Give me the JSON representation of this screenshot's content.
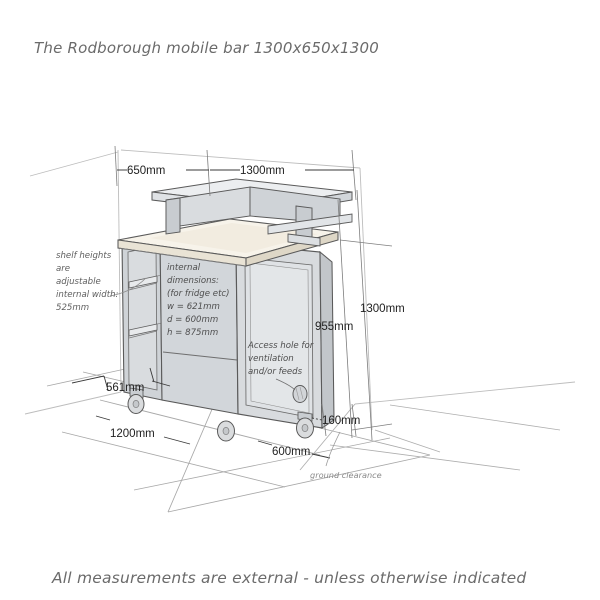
{
  "page": {
    "title": "The Rodborough mobile bar 1300x650x1300",
    "footer": "All measurements are external - unless otherwise indicated",
    "background_color": "#ffffff"
  },
  "colors": {
    "line": "#5a5a5a",
    "line_light": "#9a9a9a",
    "body_fill": "#d6d9dc",
    "body_fill_light": "#e2e5e8",
    "body_fill_dark": "#c3c7cb",
    "worktop_fill": "#f5f0e6",
    "worktop_edge": "#e8e2d4",
    "castor_fill": "#dcdcdc",
    "text": "#2b2b2b",
    "hand_text": "#5f5f5f"
  },
  "dimensions": {
    "top": [
      {
        "id": "depth-top",
        "label": "650mm"
      },
      {
        "id": "width-top",
        "label": "1300mm"
      }
    ],
    "right": [
      {
        "id": "height-total",
        "label": "1300mm"
      },
      {
        "id": "height-worktop",
        "label": "955mm"
      }
    ],
    "bottom_left": [
      {
        "id": "floor-depth",
        "label": "561mm"
      },
      {
        "id": "floor-width",
        "label": "1200mm"
      }
    ],
    "bottom_right": [
      {
        "id": "ground-clearance-dim",
        "label": "160mm"
      },
      {
        "id": "floor-front",
        "label": "600mm"
      }
    ]
  },
  "annotations": {
    "shelf_note": {
      "lines": [
        "shelf heights",
        "are",
        "adjustable",
        "internal width:",
        "525mm"
      ]
    },
    "internal_dimensions": {
      "lines": [
        "internal",
        "dimensions:",
        "(for fridge etc)",
        "w = 621mm",
        "d = 600mm",
        "h = 875mm"
      ]
    },
    "access_hole": {
      "lines": [
        "Access hole for",
        "ventilation",
        "and/or feeds"
      ]
    },
    "ground_clearance": {
      "label": "ground clearance"
    }
  },
  "product": {
    "name": "Rodborough mobile bar",
    "external_width_mm": 1300,
    "external_depth_mm": 650,
    "external_height_mm": 1300,
    "worktop_height_mm": 955,
    "ground_clearance_mm": 160,
    "footprint_width_mm": 1200,
    "footprint_depth_mm": 561,
    "front_projection_mm": 600,
    "internal_width_mm": 621,
    "internal_depth_mm": 600,
    "internal_height_mm": 875,
    "shelf_internal_width_mm": 525
  }
}
